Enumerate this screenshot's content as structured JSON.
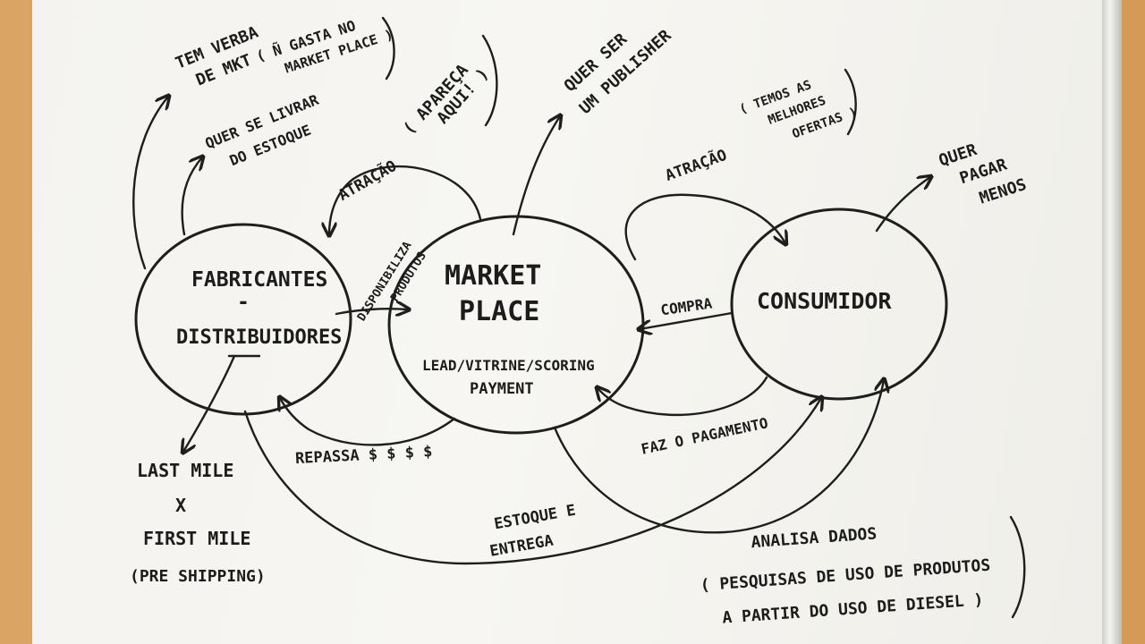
{
  "nodes": {
    "fabricantes": {
      "line1": "FABRICANTES",
      "line2": "-",
      "line3": "DISTRIBUIDORES"
    },
    "marketplace": {
      "line1": "MARKET",
      "line2": "PLACE",
      "line3": "LEAD/VITRINE/SCORING",
      "line4": "PAYMENT"
    },
    "consumidor": {
      "line1": "CONSUMIDOR"
    }
  },
  "notes": {
    "tem_verba": {
      "line1": "TEM VERBA",
      "line2": "DE MKT"
    },
    "n_gasta": {
      "line1": "( Ñ GASTA NO",
      "line2": "MARKET PLACE )"
    },
    "quer_se_livrar": {
      "line1": "QUER SE LIVRAR",
      "line2": "DO ESTOQUE"
    },
    "atracao_left": "ATRAÇÃO",
    "apareca": {
      "line1": "( APAREÇA",
      "line2": "AQUI! )"
    },
    "quer_ser_publisher": {
      "line1": "QUER SER",
      "line2": "UM PUBLISHER"
    },
    "atracao_right": "ATRAÇÃO",
    "temos_ofertas": {
      "line1": "( TEMOS AS",
      "line2": "MELHORES",
      "line3": "OFERTAS )"
    },
    "quer_pagar_menos": {
      "line1": "QUER",
      "line2": "PAGAR",
      "line3": "MENOS"
    },
    "disponibiliza": {
      "line1": "DISPONIBILIZA",
      "line2": "PRODUTOS"
    },
    "compra": "COMPRA",
    "faz_pagamento": "FAZ O PAGAMENTO",
    "repassa": "REPASSA $ $ $ $",
    "estoque_entrega": {
      "line1": "ESTOQUE E",
      "line2": "ENTREGA"
    },
    "last_mile": {
      "line1": "LAST MILE",
      "line2": "X",
      "line3": "FIRST MILE",
      "line4": "(PRE SHIPPING)"
    },
    "analisa_dados": {
      "line1": "ANALISA DADOS",
      "line2": "( PESQUISAS DE USO DE PRODUTOS",
      "line3": "A PARTIR DO USO DE DIESEL )"
    }
  }
}
